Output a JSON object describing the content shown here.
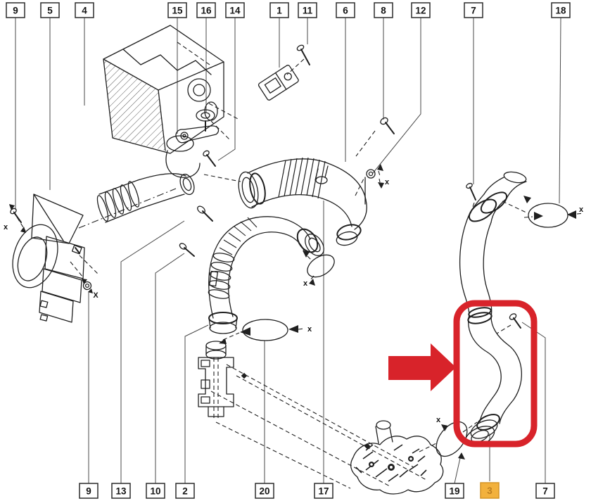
{
  "colors": {
    "line": "#1f1f1f",
    "highlight_red": "#d8232a",
    "highlight_box_fill": "#f2b13d",
    "highlight_box_border": "#d49426",
    "highlight_box_text": "#bd7f21"
  },
  "callouts": {
    "top": [
      {
        "label": "9"
      },
      {
        "label": "5"
      },
      {
        "label": "4"
      },
      {
        "label": "15"
      },
      {
        "label": "16"
      },
      {
        "label": "14"
      },
      {
        "label": "1"
      },
      {
        "label": "11"
      },
      {
        "label": "6"
      },
      {
        "label": "8"
      },
      {
        "label": "12"
      },
      {
        "label": "7"
      },
      {
        "label": "18"
      }
    ],
    "bottom": [
      {
        "label": "9"
      },
      {
        "label": "13"
      },
      {
        "label": "10"
      },
      {
        "label": "2"
      },
      {
        "label": "20"
      },
      {
        "label": "17"
      },
      {
        "label": "19"
      },
      {
        "label": "3",
        "highlighted": true
      },
      {
        "label": "7"
      }
    ]
  },
  "xmarks": [
    "x",
    "X",
    "x",
    "x",
    "x",
    "x",
    "x"
  ]
}
